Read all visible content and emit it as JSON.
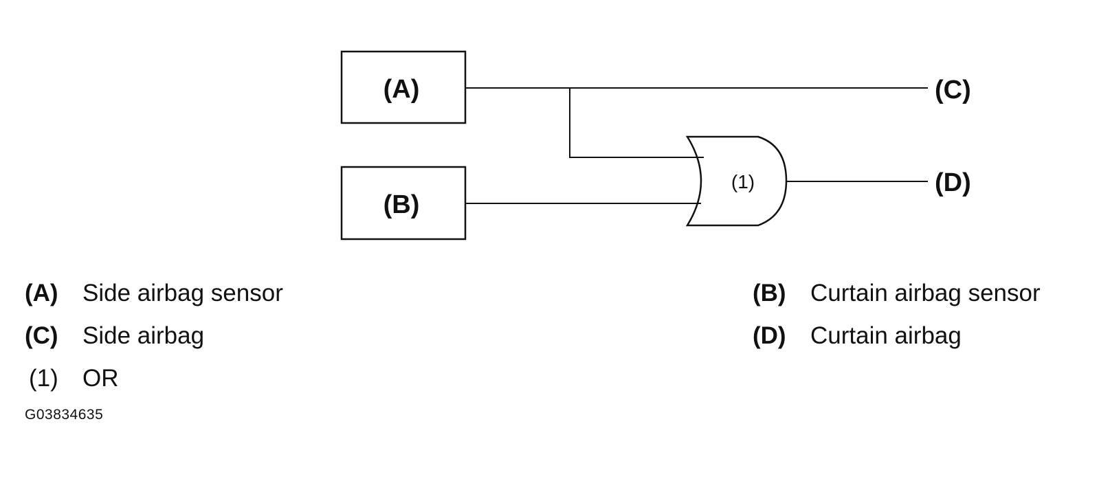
{
  "diagram": {
    "boxes": [
      {
        "id": "A",
        "label": "(A)"
      },
      {
        "id": "B",
        "label": "(B)"
      }
    ],
    "gate": {
      "label": "(1)"
    },
    "outputs": [
      {
        "id": "C",
        "label": "(C)"
      },
      {
        "id": "D",
        "label": "(D)"
      }
    ]
  },
  "legend": {
    "left": [
      {
        "key": "(A)",
        "text": "Side airbag sensor"
      },
      {
        "key": "(C)",
        "text": "Side airbag"
      },
      {
        "key": "(1)",
        "text": "OR"
      }
    ],
    "right": [
      {
        "key": "(B)",
        "text": "Curtain airbag sensor"
      },
      {
        "key": "(D)",
        "text": "Curtain airbag"
      }
    ]
  },
  "figure_code": "G03834635"
}
